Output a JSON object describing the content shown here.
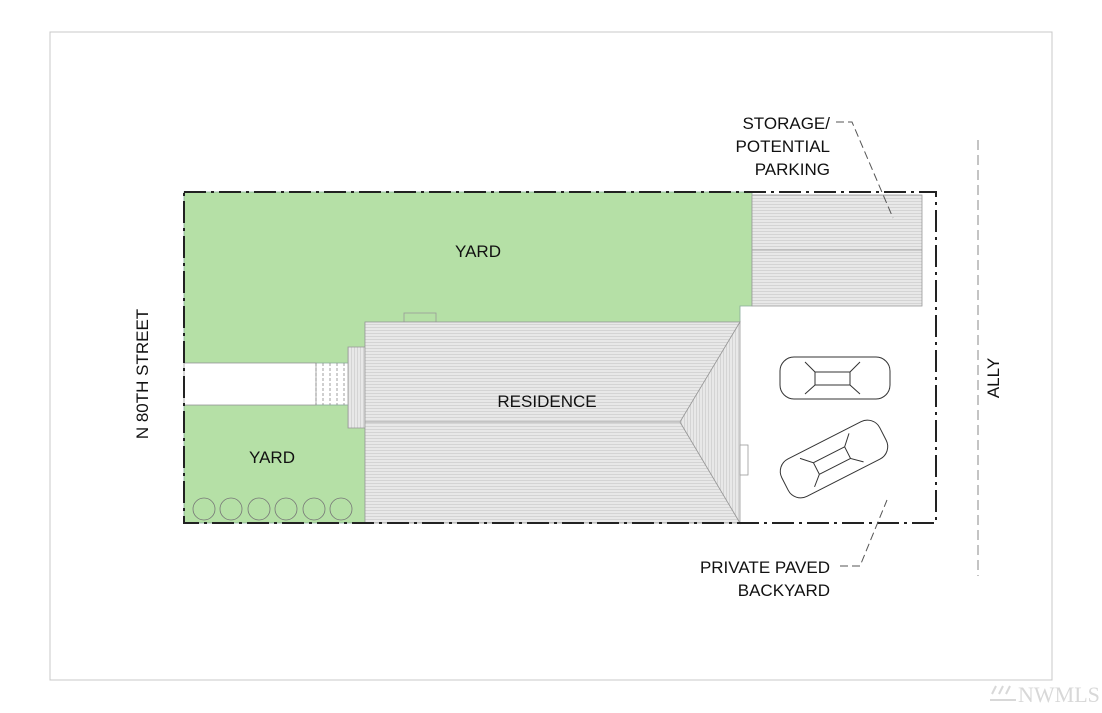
{
  "labels": {
    "yard_top": "YARD",
    "yard_bottom": "YARD",
    "residence": "RESIDENCE",
    "street": "N 80TH STREET",
    "alley": "ALLY",
    "storage": [
      "STORAGE/",
      "POTENTIAL",
      "PARKING"
    ],
    "backyard": [
      "PRIVATE PAVED",
      "BACKYARD"
    ]
  },
  "watermark": "NWMLS",
  "colors": {
    "yard": "#b5e0a6",
    "roof": "#e6e6e6",
    "storage": "#e2e2e2",
    "line": "#888888"
  }
}
